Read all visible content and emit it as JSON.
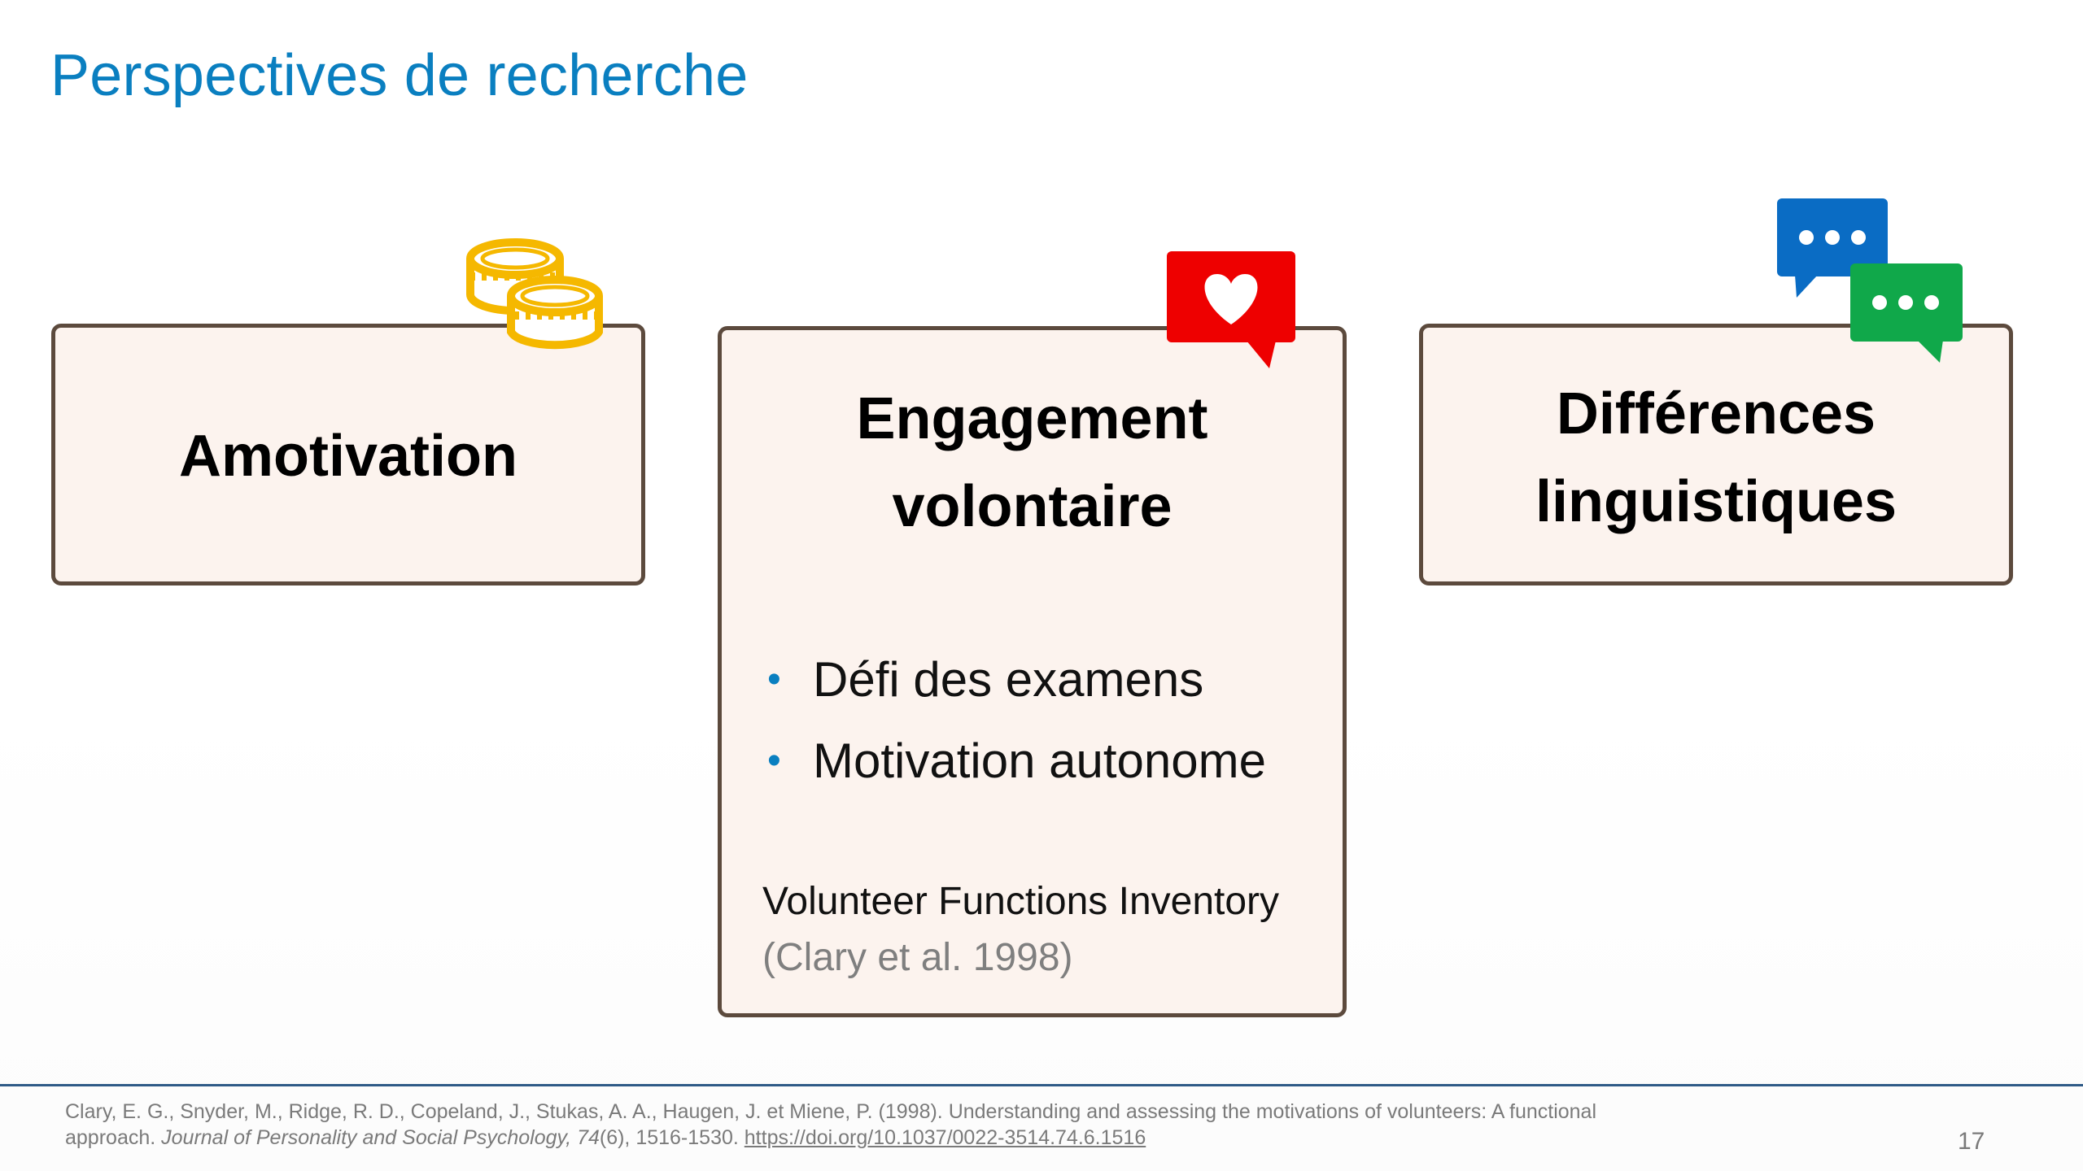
{
  "title": "Perspectives de recherche",
  "cards": {
    "amotivation": {
      "title": "Amotivation"
    },
    "engagement": {
      "title_line1": "Engagement",
      "title_line2": "volontaire",
      "bullet_symbol": "•",
      "bullets": [
        "Défi des examens",
        "Motivation autonome"
      ],
      "instrument": "Volunteer Functions Inventory",
      "instrument_citation": "(Clary et al. 1998)"
    },
    "differences": {
      "title_line1": "Différences",
      "title_line2": "linguistiques"
    }
  },
  "icons": {
    "amotivation": "coins-icon",
    "engagement": "heart-speech-bubble-icon",
    "differences": "chat-bubbles-icon"
  },
  "colors": {
    "title": "#0a7fc0",
    "card_background": "#fcf3ee",
    "card_border": "#5c4a3d",
    "coins": "#f5b800",
    "heart_bubble": "#ee0000",
    "chat_blue": "#0a6cc4",
    "chat_green": "#10a84a"
  },
  "footer": {
    "reference_part1": "Clary, E. G., Snyder, M., Ridge, R. D., Copeland, J., Stukas, A. A., Haugen, J. et Miene, P. (1998). Understanding and assessing the motivations of volunteers: A functional approach. ",
    "reference_journal": "Journal of Personality and Social Psychology, 74",
    "reference_part2": "(6), 1516-1530. ",
    "reference_doi": "https://doi.org/10.1037/0022-3514.74.6.1516",
    "page_number": "17"
  }
}
